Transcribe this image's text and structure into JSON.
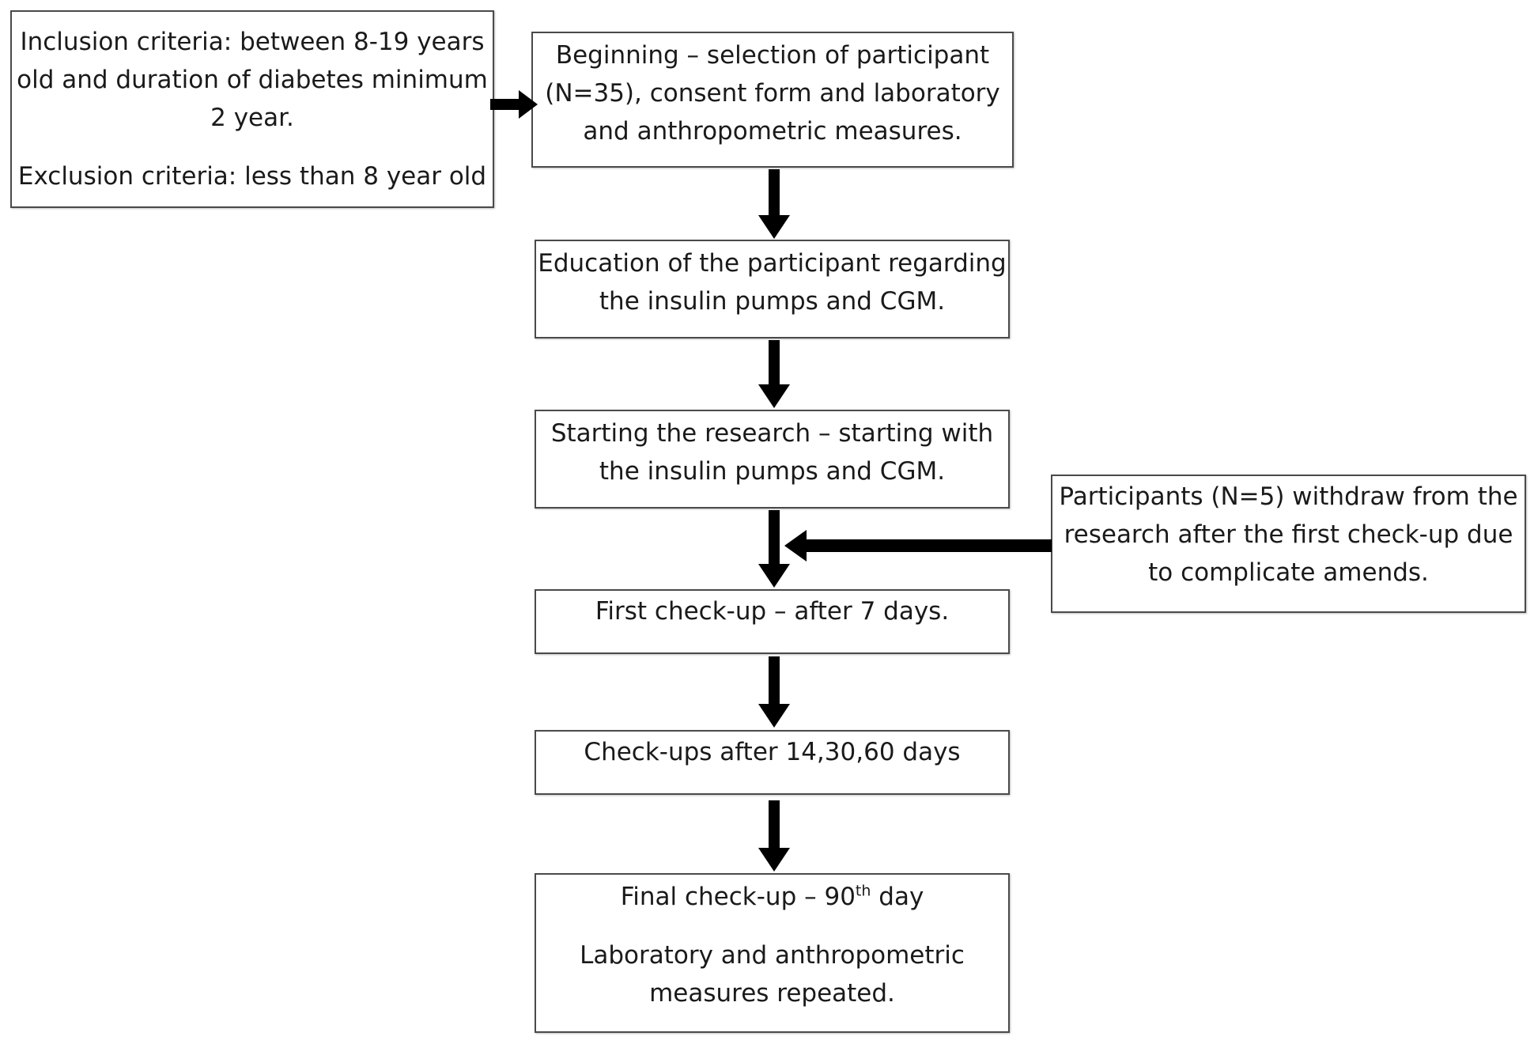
{
  "criteria": {
    "inclusion_lines": [
      "Inclusion criteria: between 8-19 years",
      "old and duration of diabetes minimum",
      "2 year."
    ],
    "exclusion": "Exclusion criteria: less than 8 year old"
  },
  "steps": {
    "beginning_lines": [
      "Beginning – selection of participant",
      "(N=35), consent form and laboratory",
      "and anthropometric measures."
    ],
    "education_lines": [
      "Education of the participant regarding",
      "the insulin pumps and CGM."
    ],
    "starting_lines": [
      "Starting the research – starting with",
      "the insulin pumps and CGM."
    ],
    "first_checkup": "First check-up – after 7 days.",
    "checkups": "Check-ups after 14,30,60 days",
    "final_prefix": "Final check-up – 90",
    "final_sup": "th",
    "final_suffix": " day",
    "final_repeat_lines": [
      "Laboratory and anthropometric",
      "measures repeated."
    ]
  },
  "withdrawal": {
    "lines": [
      "Participants (N=5) withdraw from the",
      "research after the first check-up due",
      "to complicate amends."
    ]
  },
  "colors": {
    "border": "#4a4a4a",
    "arrow": "#000000",
    "text": "#1a1a1a"
  }
}
